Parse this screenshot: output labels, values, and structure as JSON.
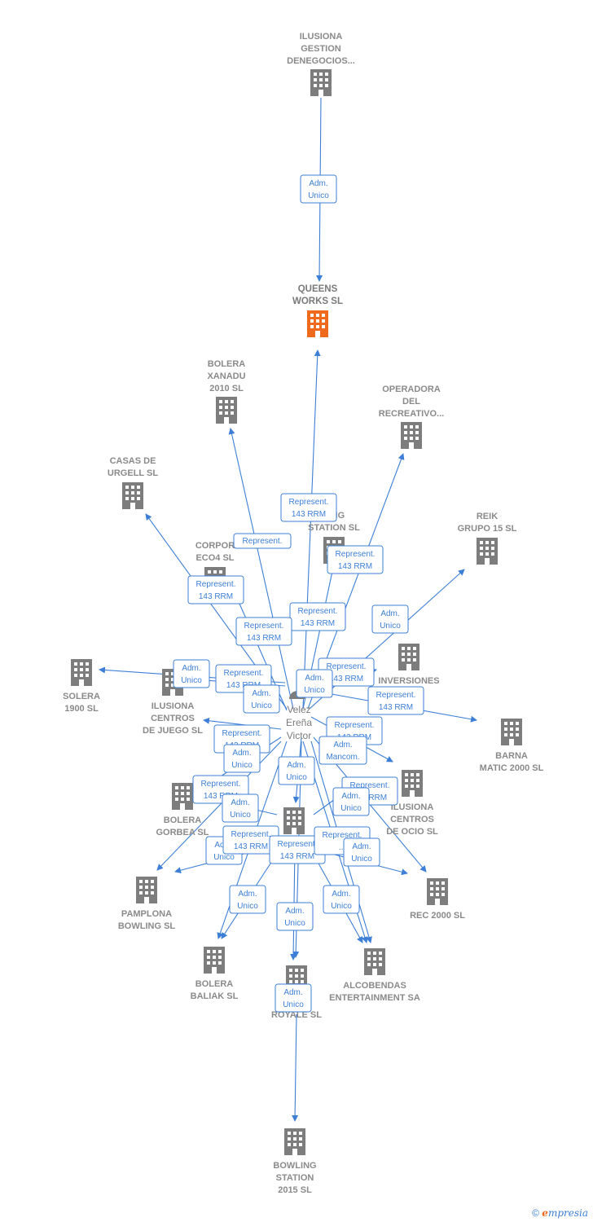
{
  "colors": {
    "edge": "#3d7fd6",
    "building": "#7d7d7d",
    "highlight": "#f06a1e",
    "person": "#7d7d7d"
  },
  "nodes": [
    {
      "id": "ilusiona-gestion",
      "lines": [
        "ILUSIONA",
        "GESTION",
        "DENEGOCIOS..."
      ],
      "type": "company"
    },
    {
      "id": "queens-works",
      "lines": [
        "QUEENS",
        "WORKS  SL"
      ],
      "type": "company-main"
    },
    {
      "id": "bolera-xanadu",
      "lines": [
        "BOLERA",
        "XANADU",
        "2010 SL"
      ],
      "type": "company"
    },
    {
      "id": "operadora",
      "lines": [
        "OPERADORA",
        "DEL",
        "RECREATIVO..."
      ],
      "type": "company"
    },
    {
      "id": "casas-urgell",
      "lines": [
        "CASAS DE",
        "URGELL  SL"
      ],
      "type": "company"
    },
    {
      "id": "bowling-station-sl",
      "lines": [
        "LING",
        "STATION SL"
      ],
      "type": "company"
    },
    {
      "id": "corpor-eco4",
      "lines": [
        "CORPOR",
        "ECO4  SL"
      ],
      "type": "company"
    },
    {
      "id": "reik",
      "lines": [
        "REIK",
        "GRUPO 15 SL"
      ],
      "type": "company"
    },
    {
      "id": "solera",
      "lines": [
        "SOLERA",
        "1900 SL"
      ],
      "type": "company"
    },
    {
      "id": "ilusiona-juego",
      "lines": [
        "ILUSIONA",
        "CENTROS",
        "DE JUEGO SL"
      ],
      "type": "company"
    },
    {
      "id": "inversiones",
      "lines": [
        "INVERSIONES",
        "SL"
      ],
      "type": "company"
    },
    {
      "id": "barna-matic",
      "lines": [
        "BARNA",
        "MATIC 2000  SL"
      ],
      "type": "company"
    },
    {
      "id": "velez",
      "lines": [
        "Velez",
        "Ereña",
        "Victor"
      ],
      "type": "person"
    },
    {
      "id": "ilusiona-ocio",
      "lines": [
        "ILUSIONA",
        "CENTROS",
        "DE OCIO SL"
      ],
      "type": "company"
    },
    {
      "id": "bolera-gorbea",
      "lines": [
        "BOLERA",
        "GORBEA SL"
      ],
      "type": "company"
    },
    {
      "id": "de-center",
      "lines": [
        "DE..."
      ],
      "type": "company"
    },
    {
      "id": "pamplona",
      "lines": [
        "PAMPLONA",
        "BOWLING SL"
      ],
      "type": "company"
    },
    {
      "id": "rec2000",
      "lines": [
        "REC 2000 SL"
      ],
      "type": "company"
    },
    {
      "id": "bolera-baliak",
      "lines": [
        "BOLERA",
        "BALIAK SL"
      ],
      "type": "company"
    },
    {
      "id": "royale",
      "lines": [
        "E...",
        "ROYALE SL"
      ],
      "type": "company"
    },
    {
      "id": "alcobendas",
      "lines": [
        "ALCOBENDAS",
        "ENTERTAINMENT SA"
      ],
      "type": "company"
    },
    {
      "id": "bowling-2015",
      "lines": [
        "BOWLING",
        "STATION",
        "2015  SL"
      ],
      "type": "company"
    }
  ],
  "edge_labels": [
    {
      "lines": [
        "Adm.",
        "Unico"
      ]
    },
    {
      "lines": [
        "Represent.",
        "143 RRM"
      ]
    },
    {
      "lines": [
        "Represent."
      ]
    },
    {
      "lines": [
        "Represent.",
        "143 RRM"
      ]
    },
    {
      "lines": [
        "Represent.",
        "143 RRM"
      ]
    },
    {
      "lines": [
        "Represent.",
        "143 RRM"
      ]
    },
    {
      "lines": [
        "Represent.",
        "143 RRM"
      ]
    },
    {
      "lines": [
        "Adm.",
        "Unico"
      ]
    },
    {
      "lines": [
        "Adm.",
        "Unico"
      ]
    },
    {
      "lines": [
        "Represent.",
        "143 RRM"
      ]
    },
    {
      "lines": [
        "Adm.",
        "Unico"
      ]
    },
    {
      "lines": [
        "Represent.",
        "143 RRM"
      ]
    },
    {
      "lines": [
        "Adm.",
        "Unico"
      ]
    },
    {
      "lines": [
        "Represent.",
        "143 RRM"
      ]
    },
    {
      "lines": [
        "Represent.",
        "143 RRM"
      ]
    },
    {
      "lines": [
        "Represent.",
        "143 RRM"
      ]
    },
    {
      "lines": [
        "Adm.",
        "Unico"
      ]
    },
    {
      "lines": [
        "Adm.",
        "Mancom."
      ]
    },
    {
      "lines": [
        "Adm.",
        "Unico"
      ]
    },
    {
      "lines": [
        "Represent.",
        "143 RRM"
      ]
    },
    {
      "lines": [
        "Represent.",
        "143 RRM"
      ]
    },
    {
      "lines": [
        "Adm.",
        "Unico"
      ]
    },
    {
      "lines": [
        "Adm.",
        "Unico"
      ]
    },
    {
      "lines": [
        "Adm.",
        "Unico"
      ]
    },
    {
      "lines": [
        "Represent.",
        "143 RRM"
      ]
    },
    {
      "lines": [
        "Represent.",
        "143 RRM"
      ]
    },
    {
      "lines": [
        "Represent.",
        "..."
      ]
    },
    {
      "lines": [
        "Adm.",
        "Unico"
      ]
    },
    {
      "lines": [
        "Adm.",
        "Unico"
      ]
    },
    {
      "lines": [
        "Adm.",
        "Unico"
      ]
    },
    {
      "lines": [
        "Adm.",
        "Unico"
      ]
    },
    {
      "lines": [
        "Adm.",
        "Unico"
      ]
    },
    {
      "lines": [
        "Adm.",
        "Unico"
      ]
    },
    {
      "lines": [
        "Adm.",
        "Unico"
      ]
    }
  ],
  "footer": {
    "copyright": "©",
    "brand_initial": "e",
    "brand_rest": "mpresia"
  }
}
